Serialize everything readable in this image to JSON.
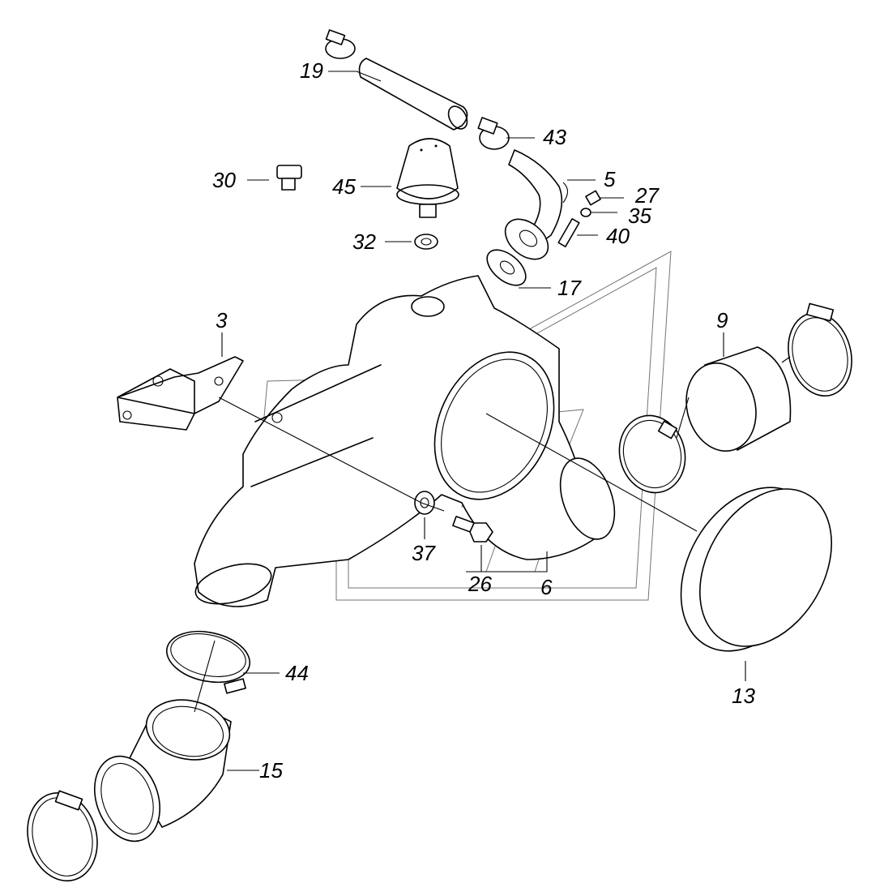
{
  "callouts": [
    {
      "id": "c19",
      "text": "19"
    },
    {
      "id": "c43",
      "text": "43"
    },
    {
      "id": "c30",
      "text": "30"
    },
    {
      "id": "c45",
      "text": "45"
    },
    {
      "id": "c5",
      "text": "5"
    },
    {
      "id": "c27",
      "text": "27"
    },
    {
      "id": "c35",
      "text": "35"
    },
    {
      "id": "c40",
      "text": "40"
    },
    {
      "id": "c32",
      "text": "32"
    },
    {
      "id": "c17",
      "text": "17"
    },
    {
      "id": "c3",
      "text": "3"
    },
    {
      "id": "c9",
      "text": "9"
    },
    {
      "id": "c37",
      "text": "37"
    },
    {
      "id": "c26",
      "text": "26"
    },
    {
      "id": "c6",
      "text": "6"
    },
    {
      "id": "c13",
      "text": "13"
    },
    {
      "id": "c44",
      "text": "44"
    },
    {
      "id": "c15",
      "text": "15"
    }
  ]
}
